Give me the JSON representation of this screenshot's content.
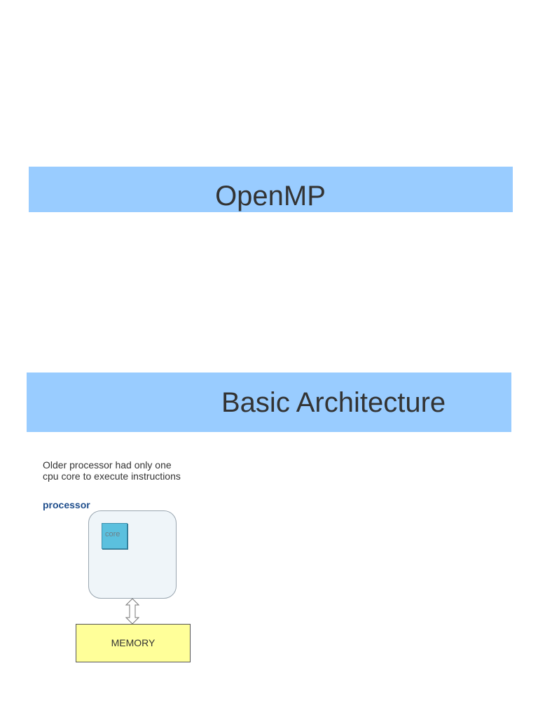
{
  "slides": {
    "title_1": "OpenMP",
    "title_2": "Basic Architecture"
  },
  "diagram": {
    "intro_line_1": "Older processor had only one",
    "intro_line_2": "cpu core to execute instructions",
    "processor_label": "processor",
    "core_label": "core",
    "memory_label": "MEMORY"
  },
  "colors": {
    "banner": "#99ccff",
    "core_fill": "#5bc0de",
    "memory_fill": "#ffff99",
    "processor_fill": "#eff5f9",
    "processor_label": "#1f4e8c"
  }
}
